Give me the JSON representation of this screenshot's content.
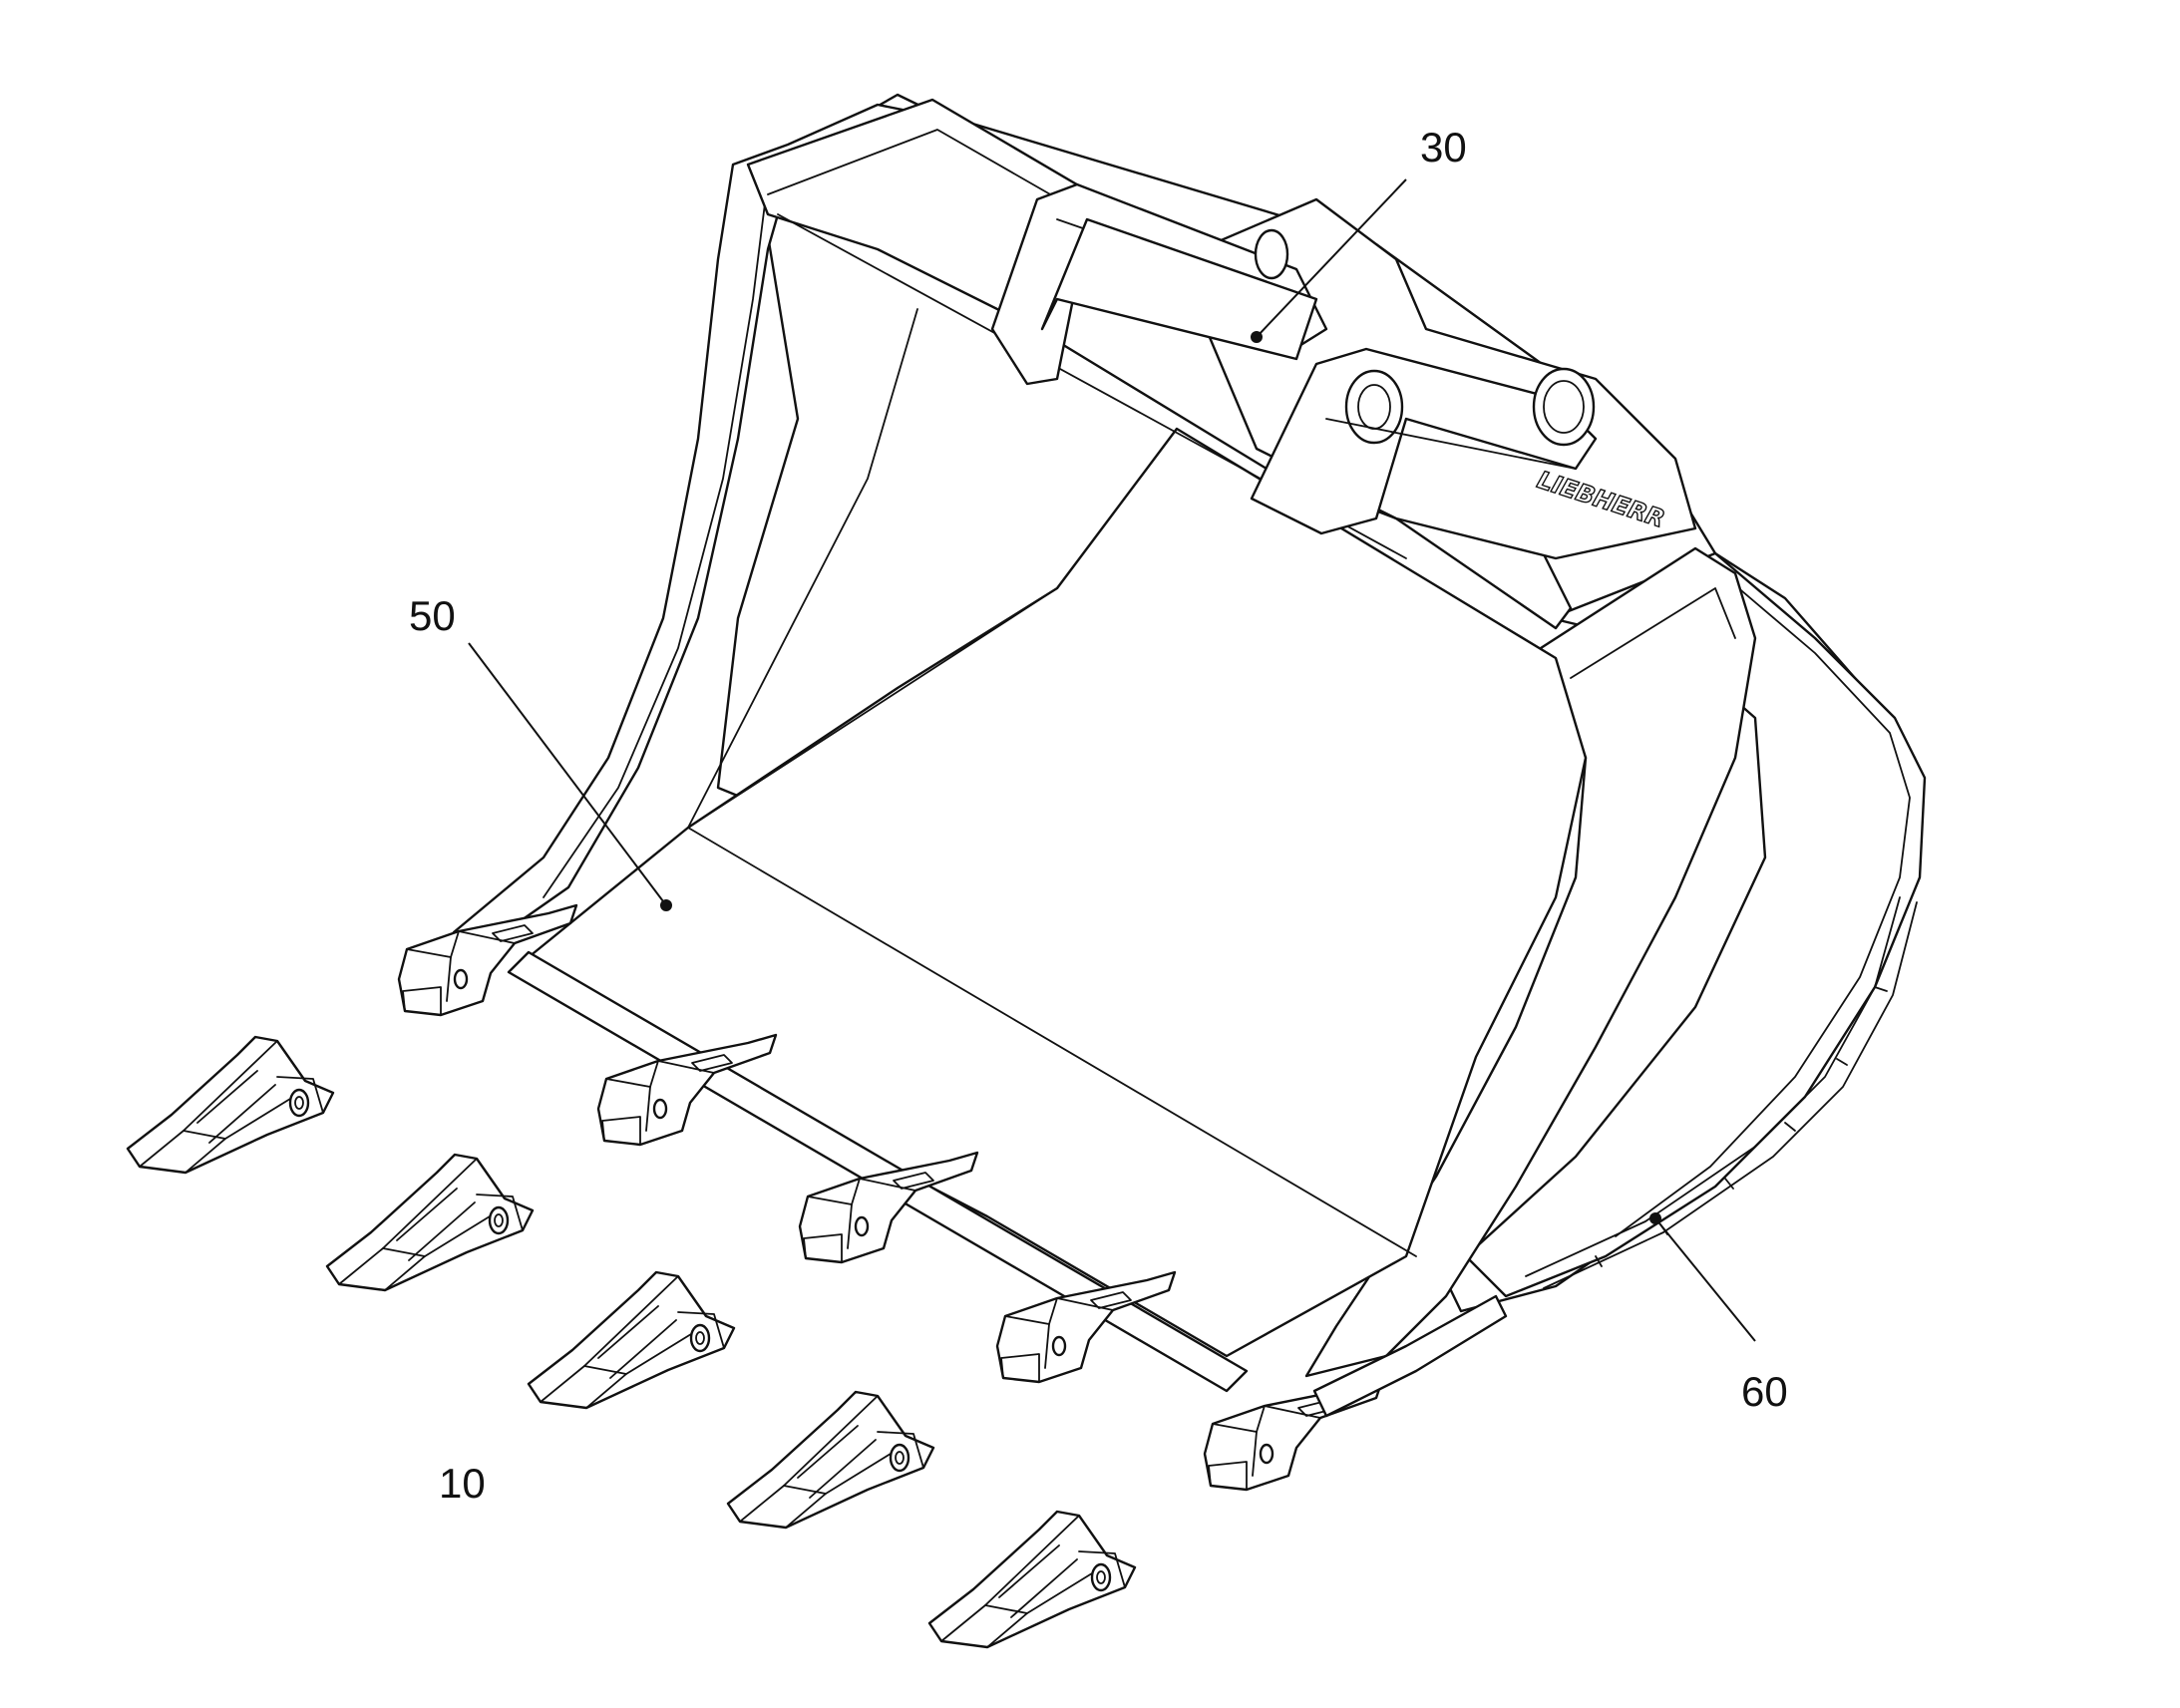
{
  "figure": {
    "labels": {
      "ref_30": "30",
      "ref_50": "50",
      "ref_60": "60",
      "ref_10": "10"
    },
    "brand_mark": "LIEBHERR",
    "counts": {
      "mounted_tooth_adapters": 5,
      "loose_tooth_tips": 5
    },
    "colors": {
      "line": "#111111",
      "background": "#ffffff"
    }
  }
}
